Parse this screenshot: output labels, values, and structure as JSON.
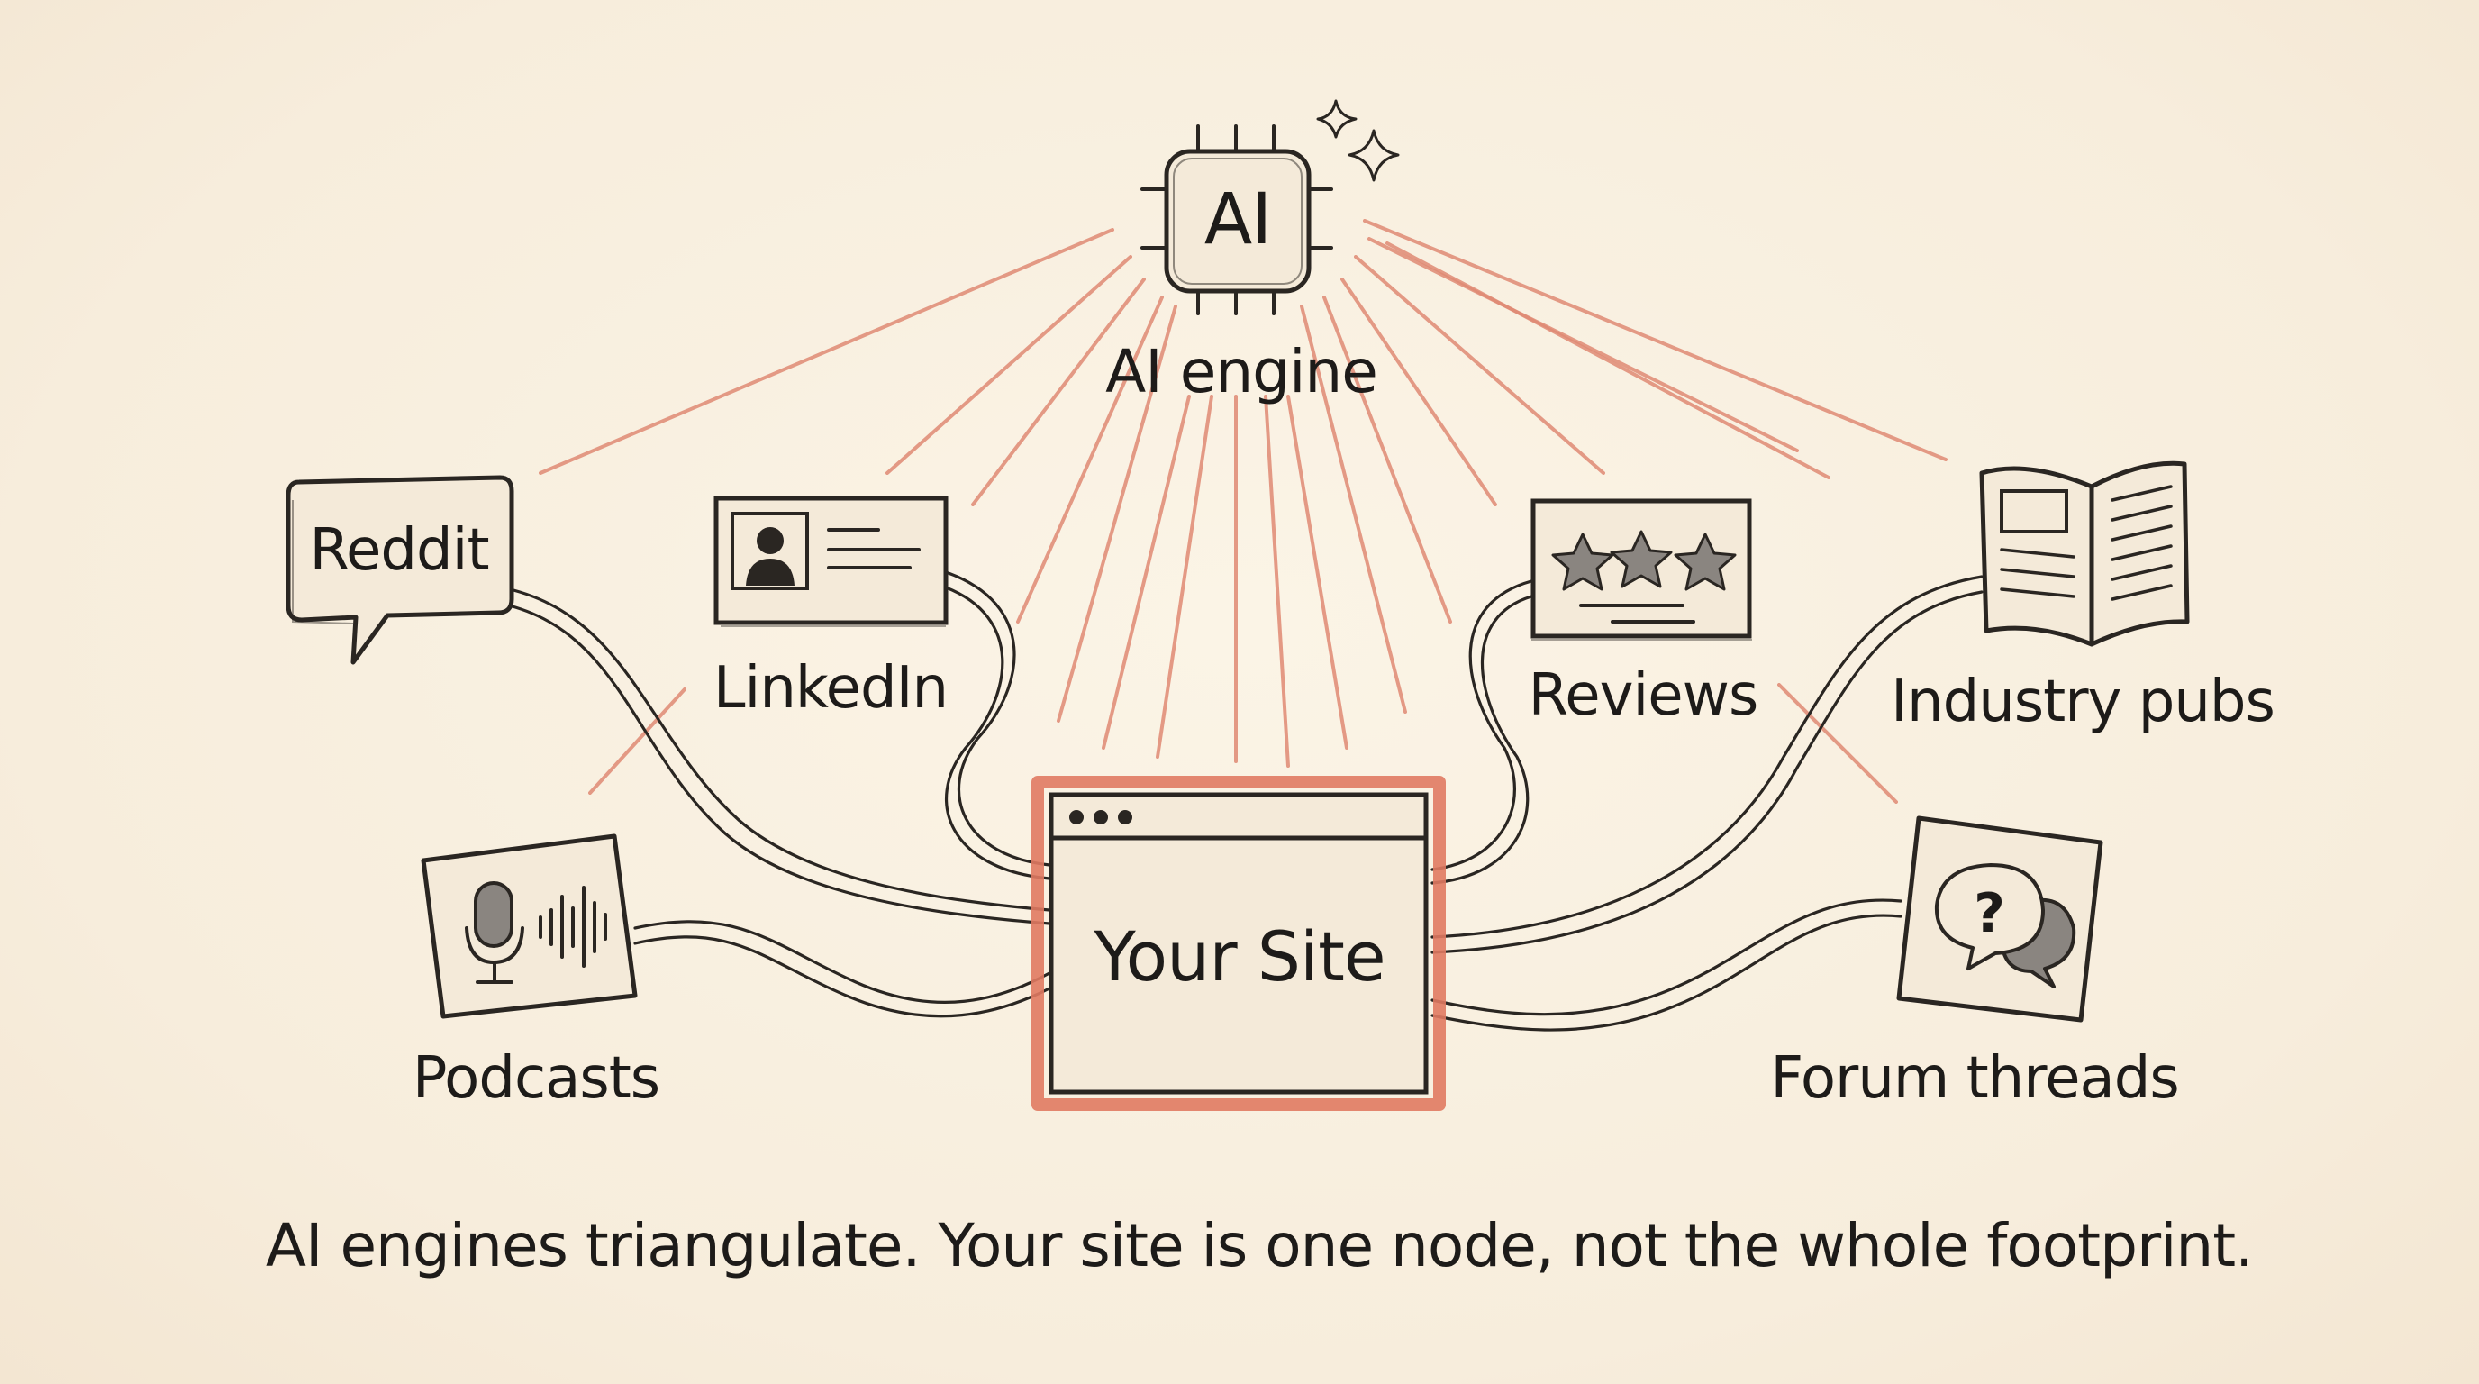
{
  "diagram": {
    "hub": {
      "chip_text": "AI",
      "label": "AI engine"
    },
    "center": {
      "label": "Your Site"
    },
    "nodes": {
      "reddit": {
        "label": "Reddit"
      },
      "linkedin": {
        "label": "LinkedIn"
      },
      "reviews": {
        "label": "Reviews"
      },
      "industry_pubs": {
        "label": "Industry pubs"
      },
      "podcasts": {
        "label": "Podcasts"
      },
      "forum_threads": {
        "label": "Forum threads"
      }
    },
    "caption": "AI engines triangulate. Your site is one node, not the whole footprint.",
    "colors": {
      "background": "#f8efe0",
      "ink": "#2a2622",
      "accent": "#e07a62",
      "ray": "#e08a74"
    }
  }
}
